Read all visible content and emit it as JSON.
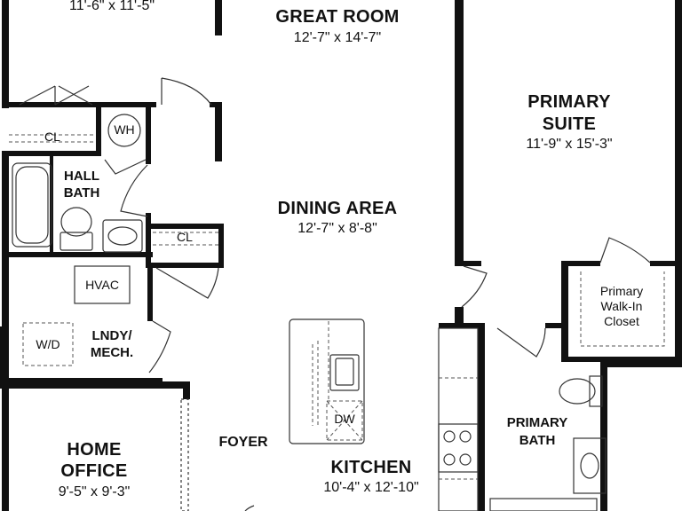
{
  "rooms": {
    "bedroom_top_dim": "11'-6\" x 11'-5\"",
    "great_room": {
      "name": "GREAT ROOM",
      "dim": "12'-7\" x 14'-7\""
    },
    "primary_suite": {
      "name_line1": "PRIMARY",
      "name_line2": "SUITE",
      "dim": "11'-9\" x 15'-3\""
    },
    "dining_area": {
      "name": "DINING AREA",
      "dim": "12'-7\" x 8'-8\""
    },
    "hall_bath": {
      "name_line1": "HALL",
      "name_line2": "BATH"
    },
    "laundry": {
      "name_line1": "LNDY/",
      "name_line2": "MECH."
    },
    "home_office": {
      "name_line1": "HOME",
      "name_line2": "OFFICE",
      "dim": "9'-5\" x 9'-3\""
    },
    "foyer": {
      "name": "FOYER"
    },
    "kitchen": {
      "name": "KITCHEN",
      "dim": "10'-4\" x 12'-10\""
    },
    "primary_bath": {
      "name_line1": "PRIMARY",
      "name_line2": "BATH"
    },
    "primary_closet": {
      "line1": "Primary",
      "line2": "Walk-In",
      "line3": "Closet"
    }
  },
  "fixtures": {
    "closet_1": "CL",
    "closet_2": "CL",
    "water_heater": "WH",
    "hvac": "HVAC",
    "washer_dryer": "W/D",
    "dishwasher": "DW"
  }
}
